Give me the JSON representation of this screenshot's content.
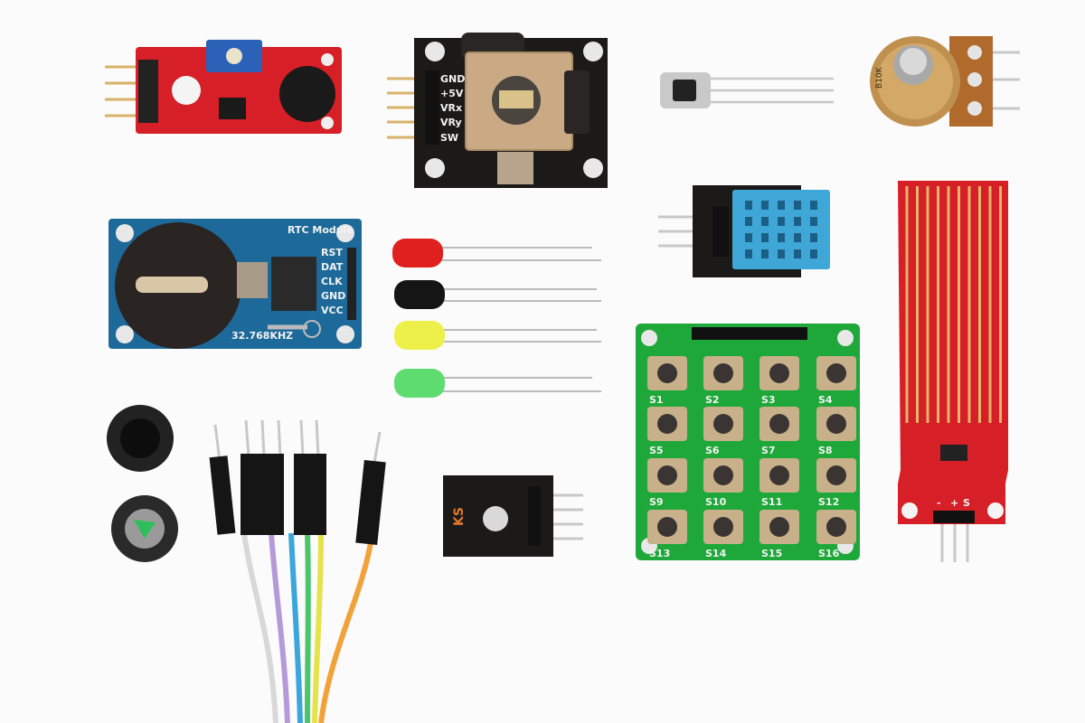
{
  "colors": {
    "background": "#fbfbfb",
    "red_pcb": "#d61f26",
    "blue_pcb": "#1d6a9a",
    "green_pcb": "#1fa83a",
    "black_pcb": "#1c1a19",
    "dht_blue": "#3fa7d8",
    "gold": "#e3b66a"
  },
  "joystick": {
    "pins": [
      "GND",
      "+5V",
      "VRx",
      "VRy",
      "SW"
    ]
  },
  "rtc": {
    "title": "RTC Module",
    "pins": [
      "RST",
      "DAT",
      "CLK",
      "GND",
      "VCC"
    ],
    "crystal": "32.768KHZ"
  },
  "rgb_led": {
    "label": "KS"
  },
  "keypad": {
    "keys": [
      "S1",
      "S2",
      "S3",
      "S4",
      "S5",
      "S6",
      "S7",
      "S8",
      "S9",
      "S10",
      "S11",
      "S12",
      "S13",
      "S14",
      "S15",
      "S16"
    ]
  },
  "water_sensor": {
    "pins": [
      "-",
      "+",
      "S"
    ]
  },
  "potentiometer": {
    "label": "B10K"
  }
}
